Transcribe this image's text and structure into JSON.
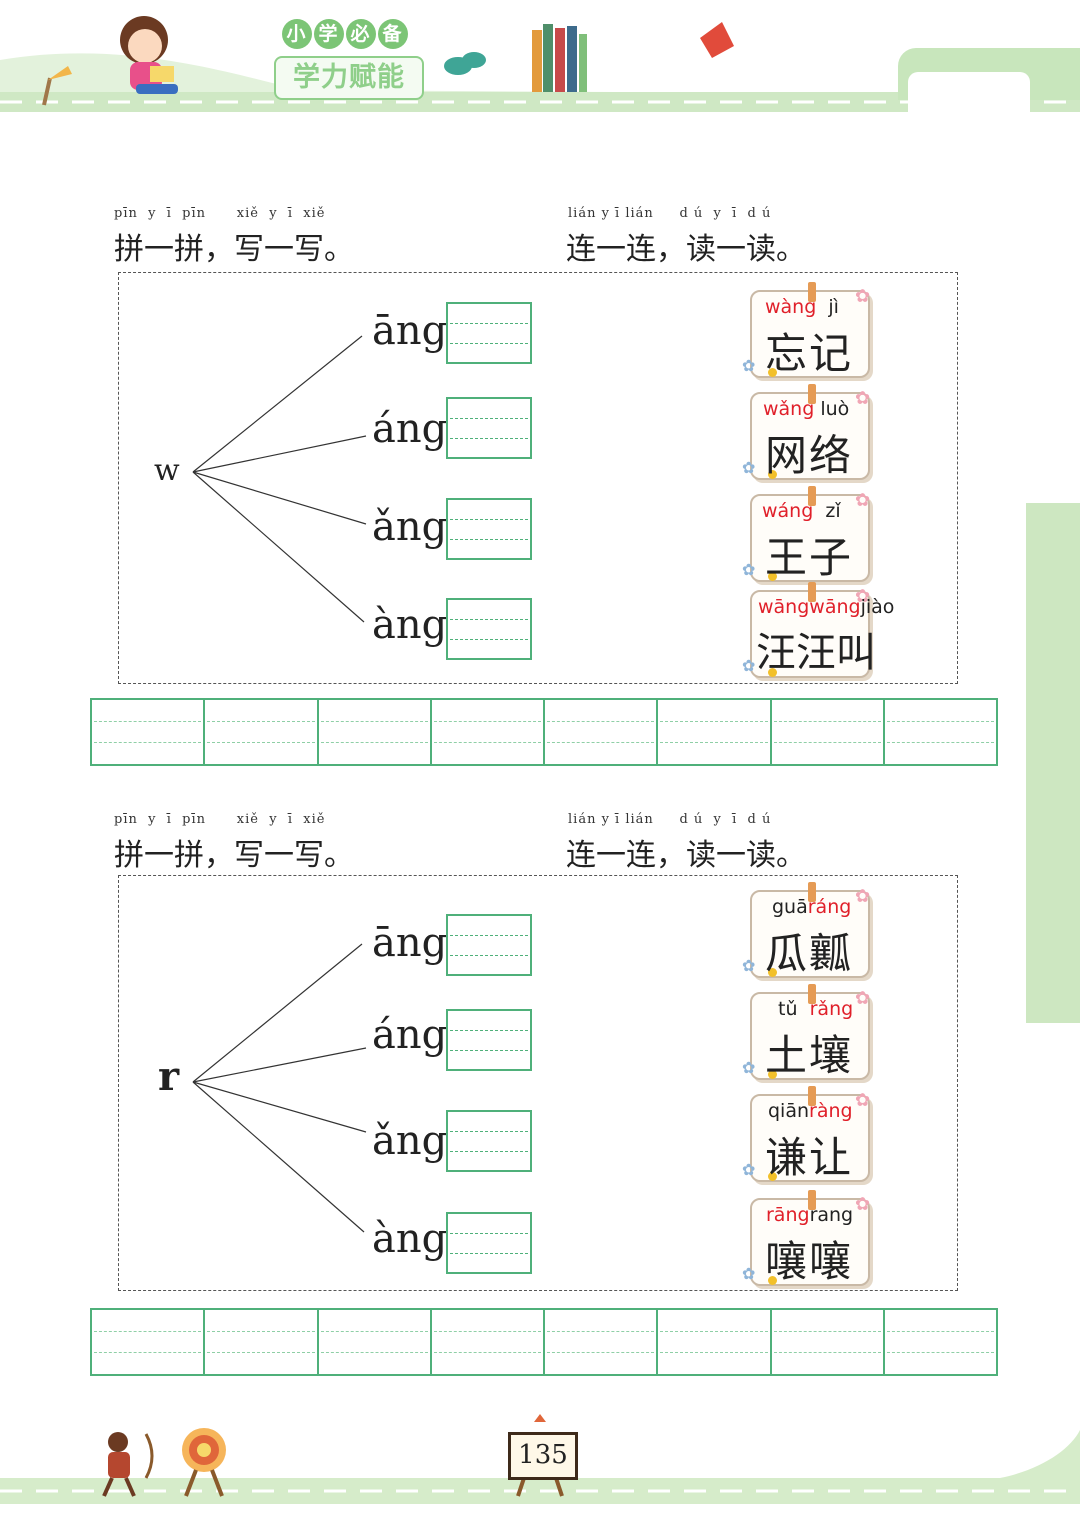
{
  "header": {
    "badge_chars": [
      "小",
      "学",
      "必",
      "备"
    ],
    "subtitle": "学力赋能"
  },
  "sections": [
    {
      "left_pinyin": "pīn  y  ī  pīn      xiě  y  ī  xiě",
      "left_title": "拼一拼，写一写。",
      "right_pinyin": "lián y ī lián     d ú  y  ī  d ú",
      "right_title": "连一连，读一读。",
      "initial": "w",
      "finals": [
        "āng",
        "áng",
        "ǎng",
        "àng"
      ],
      "cards": [
        {
          "pinyin": [
            {
              "t": "wàng",
              "red": true
            },
            {
              "t": "  jì",
              "red": false
            }
          ],
          "hanzi": "忘记"
        },
        {
          "pinyin": [
            {
              "t": "wǎng",
              "red": true
            },
            {
              "t": " luò",
              "red": false
            }
          ],
          "hanzi": "网络"
        },
        {
          "pinyin": [
            {
              "t": "wáng",
              "red": true
            },
            {
              "t": "  zǐ",
              "red": false
            }
          ],
          "hanzi": "王子"
        },
        {
          "pinyin": [
            {
              "t": "wāngwāng",
              "red": true
            },
            {
              "t": "jiào",
              "red": false
            }
          ],
          "hanzi": "汪汪叫"
        }
      ]
    },
    {
      "left_pinyin": "pīn  y  ī  pīn      xiě  y  ī  xiě",
      "left_title": "拼一拼，写一写。",
      "right_pinyin": "lián y ī lián     d ú  y  ī  d ú",
      "right_title": "连一连，读一读。",
      "initial": "r",
      "finals": [
        "āng",
        "áng",
        "ǎng",
        "àng"
      ],
      "cards": [
        {
          "pinyin": [
            {
              "t": "guā",
              "red": false
            },
            {
              "t": "ráng",
              "red": true
            }
          ],
          "hanzi": "瓜瓤"
        },
        {
          "pinyin": [
            {
              "t": " tǔ  ",
              "red": false
            },
            {
              "t": "rǎng",
              "red": true
            }
          ],
          "hanzi": "土壤"
        },
        {
          "pinyin": [
            {
              "t": "qiān",
              "red": false
            },
            {
              "t": "ràng",
              "red": true
            }
          ],
          "hanzi": "谦让"
        },
        {
          "pinyin": [
            {
              "t": "rāng",
              "red": true
            },
            {
              "t": "rang",
              "red": false
            }
          ],
          "hanzi": "嚷嚷"
        }
      ]
    }
  ],
  "footer": {
    "page_number": "135"
  },
  "colors": {
    "accent_green": "#4fb07a",
    "pinyin_red": "#e0202a",
    "light_green": "#cde7c1"
  }
}
